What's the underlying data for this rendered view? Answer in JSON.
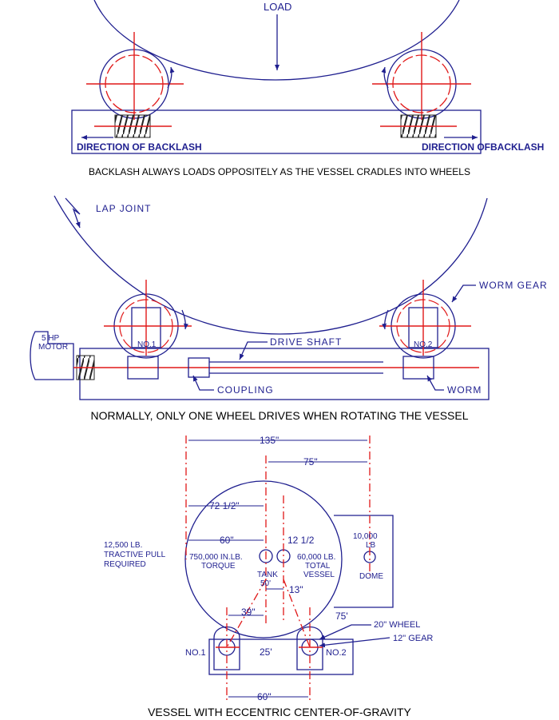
{
  "captions": {
    "panel1": "BACKLASH ALWAYS LOADS OPPOSITELY AS THE VESSEL CRADLES INTO WHEELS",
    "panel2": "NORMALLY, ONLY ONE WHEEL DRIVES WHEN ROTATING THE VESSEL",
    "panel3": "VESSEL WITH ECCENTRIC CENTER-OF-GRAVITY"
  },
  "panel1": {
    "load": "LOAD",
    "backlash_left": "DIRECTION OF BACKLASH",
    "backlash_right": "DIRECTION OFBACKLASH"
  },
  "panel2": {
    "lap_joint": "LAP JOINT",
    "worm_gear": "WORM GEAR",
    "motor_line1": "5 HP",
    "motor_line2": "MOTOR",
    "no1": "NO.1",
    "no2": "NO.2",
    "drive_shaft": "DRIVE SHAFT",
    "coupling": "COUPLING",
    "worm": "WORM"
  },
  "panel3": {
    "dim_135": "135\"",
    "dim_75": "75\"",
    "dim_72": "72 1/2\"",
    "dim_60": "60\"",
    "dim_12": "12 1/2",
    "dim_13": "13\"",
    "dim_39": "39\"",
    "dim_60b": "60\"",
    "angle_75": "75'",
    "angle_25": "25'",
    "angle_50": "50'",
    "tractive_1": "12,500 LB.",
    "tractive_2": "TRACTIVE PULL",
    "tractive_3": "REQUIRED",
    "torque_1": "750,000 IN.LB.",
    "torque_2": "TORQUE",
    "total_1": "60,000 LB.",
    "total_2": "TOTAL",
    "total_3": "VESSEL",
    "tank": "TANK",
    "dome_1": "10,000",
    "dome_2": "LB",
    "dome_3": "DOME",
    "wheel": "20\" WHEEL",
    "gear": "12\" GEAR",
    "no1": "NO.1",
    "no2": "NO.2"
  }
}
